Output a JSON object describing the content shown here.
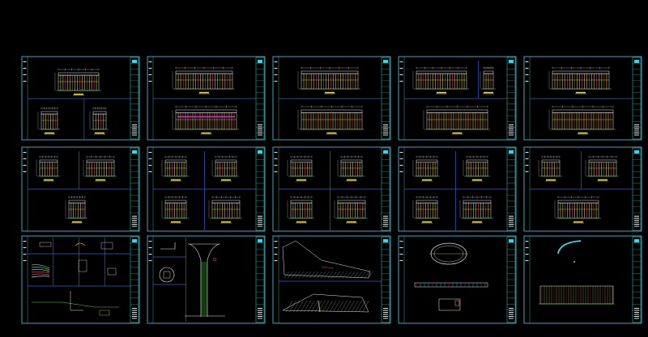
{
  "app": {
    "background": "#000000",
    "colors": {
      "frame": "#3fb9d9",
      "inner": "#2b5fd0",
      "titleblock": "#2fd7c6",
      "yellow": "#e8d34a",
      "red": "#e04a4a",
      "magenta": "#d23ad2",
      "green": "#4fd04f",
      "white": "#e8e8e8",
      "cyan": "#2fd7f0",
      "orange": "#e29a3a"
    }
  },
  "grid": {
    "rows": 3,
    "cols": 5,
    "sheets": [
      {
        "name": "sheet-r1c1",
        "type": "elev-2-small",
        "interactable": true
      },
      {
        "name": "sheet-r1c2",
        "type": "elev-2-wide",
        "interactable": true
      },
      {
        "name": "sheet-r1c3",
        "type": "elev-2-wide",
        "interactable": true
      },
      {
        "name": "sheet-r1c4",
        "type": "elev-3",
        "interactable": true
      },
      {
        "name": "sheet-r1c5",
        "type": "elev-2-wide",
        "interactable": true
      },
      {
        "name": "sheet-r2c1",
        "type": "quad-3",
        "interactable": true
      },
      {
        "name": "sheet-r2c2",
        "type": "quad-4",
        "interactable": true
      },
      {
        "name": "sheet-r2c3",
        "type": "quad-4",
        "interactable": true
      },
      {
        "name": "sheet-r2c4",
        "type": "quad-4",
        "interactable": true
      },
      {
        "name": "sheet-r2c5",
        "type": "quad-3",
        "interactable": true
      },
      {
        "name": "sheet-r3c1",
        "type": "details",
        "interactable": true
      },
      {
        "name": "sheet-r3c2",
        "type": "column-detail",
        "interactable": true
      },
      {
        "name": "sheet-r3c3",
        "type": "ramp-section",
        "interactable": true
      },
      {
        "name": "sheet-r3c4",
        "type": "oval-plan",
        "interactable": true
      },
      {
        "name": "sheet-r3c5",
        "type": "arc-plan",
        "interactable": true
      }
    ]
  }
}
